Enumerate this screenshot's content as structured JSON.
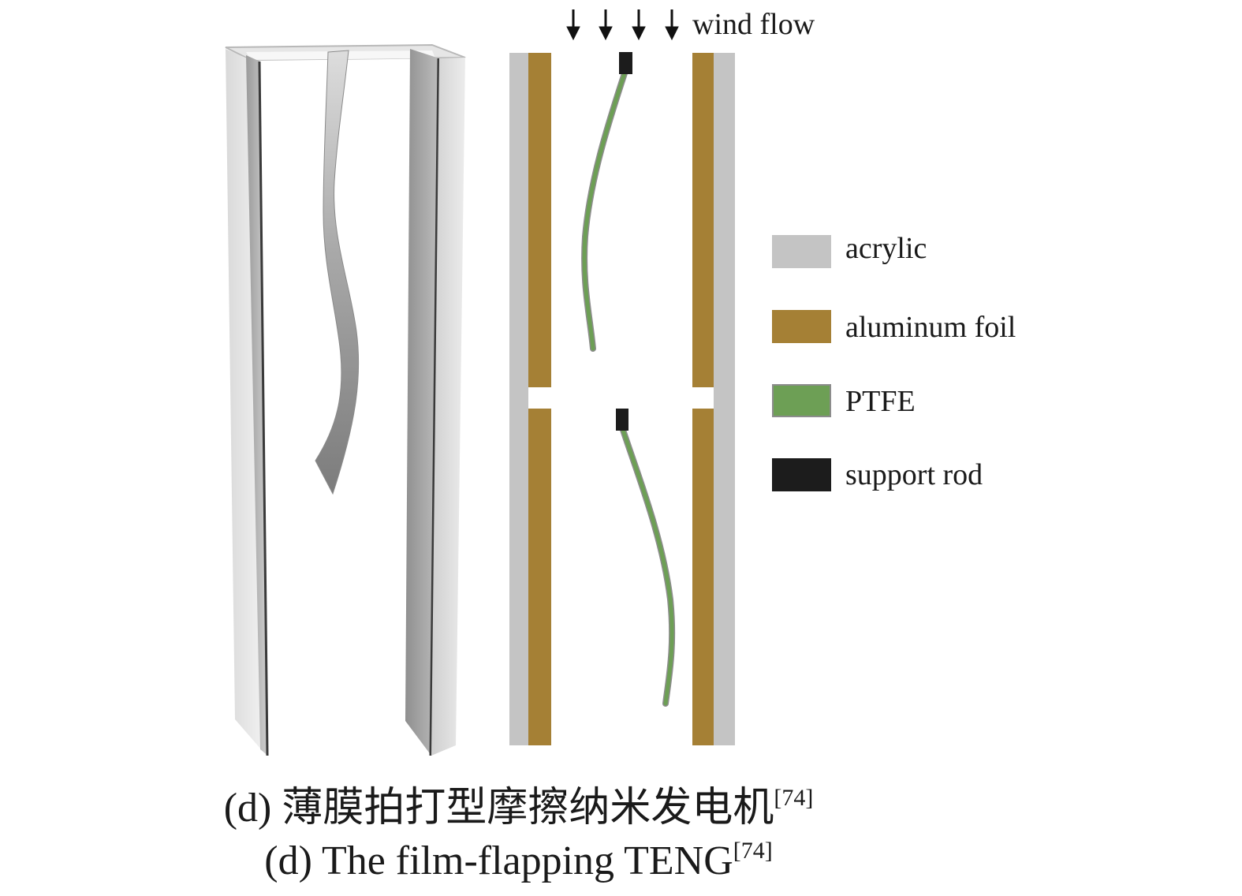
{
  "wind_label": "wind flow",
  "legend": [
    {
      "label": "acrylic",
      "color": "#c4c4c4"
    },
    {
      "label": "aluminum foil",
      "color": "#a58035"
    },
    {
      "label": "PTFE",
      "color": "#6d9f55"
    },
    {
      "label": "support rod",
      "color": "#1c1c1c"
    }
  ],
  "caption": {
    "cn": "(d) 薄膜拍打型摩擦纳米发电机",
    "en": "(d) The film-flapping TENG",
    "ref": "[74]"
  }
}
